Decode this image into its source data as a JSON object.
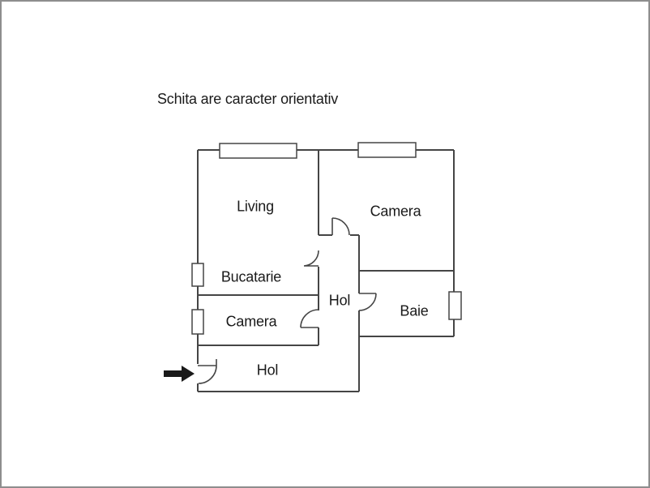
{
  "page": {
    "background": "#ffffff",
    "border_color": "#8e8e8e"
  },
  "disclaimer": "Schita are caracter orientativ",
  "floor_plan": {
    "wall_color": "#454545",
    "arrow_color": "#1a1a1a",
    "entrance_arrow": "right-arrow",
    "rooms": [
      {
        "id": "living",
        "label": "Living"
      },
      {
        "id": "camera-top",
        "label": "Camera"
      },
      {
        "id": "bucatarie",
        "label": "Bucatarie"
      },
      {
        "id": "hol-central",
        "label": "Hol"
      },
      {
        "id": "baie",
        "label": "Baie"
      },
      {
        "id": "camera-lower",
        "label": "Camera"
      },
      {
        "id": "hol-bottom",
        "label": "Hol"
      }
    ],
    "features": {
      "windows": 5,
      "doors": 5
    }
  }
}
